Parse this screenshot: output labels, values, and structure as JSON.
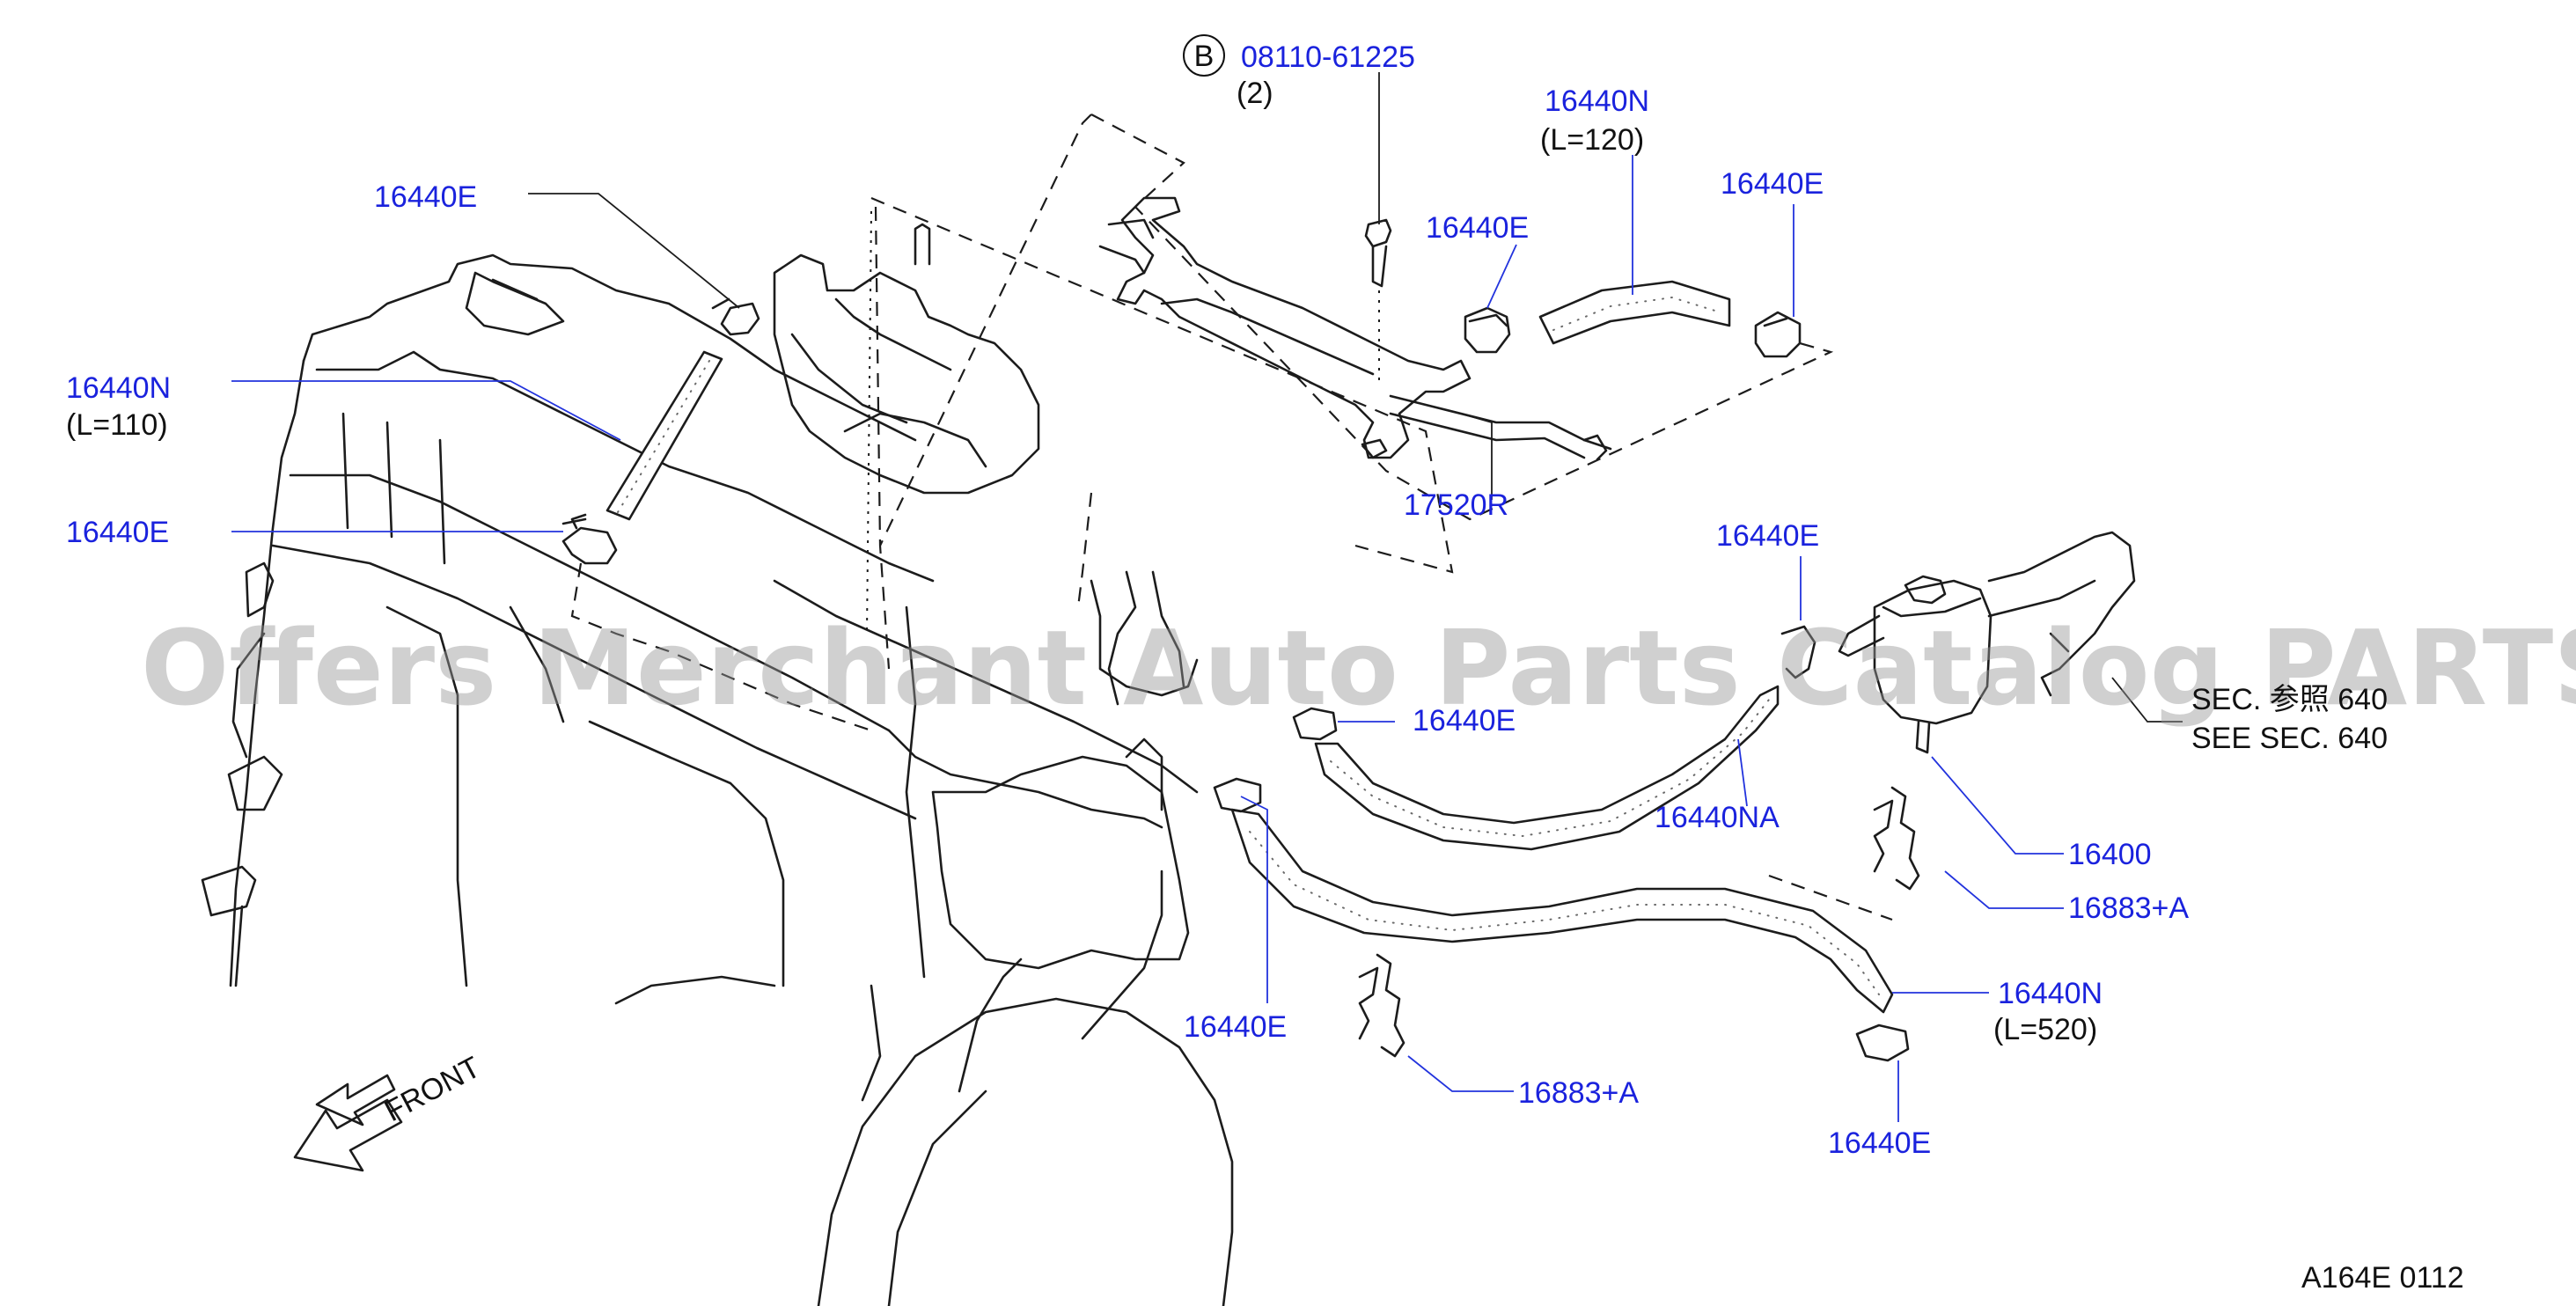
{
  "diagram": {
    "bolt_symbol": "B",
    "labels": {
      "bolt_part": "08110-61225",
      "bolt_qty": "(2)",
      "hose_top_right": "16440N",
      "hose_top_right_len": "(L=120)",
      "clamp_top_right": "16440E",
      "clamp_top_mid": "16440E",
      "clamp_top_left": "16440E",
      "hose_left": "16440N",
      "hose_left_len": "(L=110)",
      "clamp_left": "16440E",
      "tube": "17520R",
      "clamp_right_upper": "16440E",
      "see_sec_jp": "SEC. 参照 640",
      "see_sec": "SEE   SEC.   640",
      "clamp_center": "16440E",
      "hose_na": "16440NA",
      "filter": "16400",
      "clip_right": "16883+A",
      "clamp_lower_left": "16440E",
      "hose_long": "16440N",
      "hose_long_len": "(L=520)",
      "clip_lower": "16883+A",
      "clamp_bottom": "16440E",
      "front": "FRONT",
      "figure_code": "A164E   0112"
    },
    "watermark": "Offers Merchant Auto Parts Catalog PARTSTORE SA"
  },
  "colors": {
    "part_number": "#1a22dd",
    "text": "#111111",
    "line": "#1c1c1c",
    "watermark": "#969696"
  }
}
